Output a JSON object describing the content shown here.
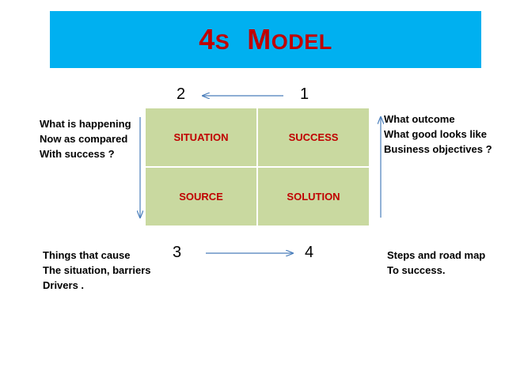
{
  "title": {
    "big1": "4",
    "small1": "S",
    "big2": "M",
    "small2": "ODEL"
  },
  "numbers": {
    "n2": "2",
    "n1": "1",
    "n3": "3",
    "n4": "4"
  },
  "quadrants": {
    "situation": "SITUATION",
    "success": "SUCCESS",
    "source": "SOURCE",
    "solution": "SOLUTION"
  },
  "notes": {
    "situation": [
      "What is happening",
      "Now as compared",
      "With success ?"
    ],
    "success": [
      "What outcome",
      "What good looks like",
      "Business  objectives ?"
    ],
    "source": [
      "Things that cause",
      "The situation, barriers",
      "Drivers ."
    ],
    "solution": [
      "Steps and road map",
      "To success."
    ]
  },
  "colors": {
    "banner": "#00b0f0",
    "title": "#c00000",
    "cell_fill": "#c9d9a0",
    "cell_text": "#c00000",
    "arrow": "#4a7ebb"
  }
}
